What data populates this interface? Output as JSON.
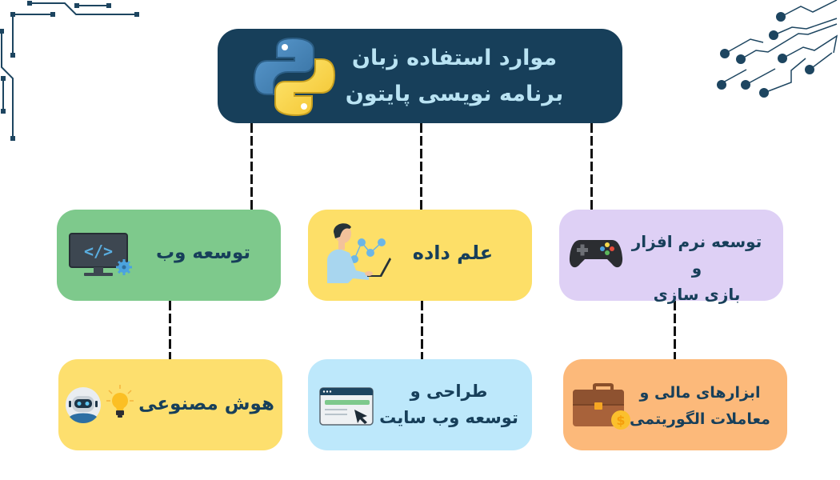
{
  "title": {
    "line1": "موارد استفاده زبان",
    "line2": "برنامه نویسی پایتون",
    "icon": "python-logo-icon",
    "background": "#173f5a",
    "text_color": "#b9e3f3"
  },
  "nodes": [
    {
      "id": "web-development",
      "lines": [
        "توسعه وب"
      ],
      "icon": "monitor-code-gear-icon",
      "color": "#7ec98c",
      "row": 1,
      "column": "left"
    },
    {
      "id": "data-science",
      "lines": [
        "علم داده"
      ],
      "icon": "person-laptop-chart-icon",
      "color": "#fddf68",
      "row": 1,
      "column": "middle"
    },
    {
      "id": "software-game-dev",
      "lines": [
        "توسعه نرم افزار و",
        "بازی سازی"
      ],
      "icon": "gamepad-icon",
      "color": "#ded0f5",
      "row": 1,
      "column": "right"
    },
    {
      "id": "artificial-intelligence",
      "lines": [
        "هوش مصنوعی"
      ],
      "icon": "robot-lightbulb-icon",
      "color": "#fddf6e",
      "row": 2,
      "column": "left"
    },
    {
      "id": "web-design",
      "lines": [
        "طراحی و",
        "توسعه وب سایت"
      ],
      "icon": "browser-cursor-icon",
      "color": "#bde8fb",
      "row": 2,
      "column": "middle"
    },
    {
      "id": "financial-tools",
      "lines": [
        "ابزارهای مالی و",
        "معاملات الگوریتمی"
      ],
      "icon": "briefcase-dollar-icon",
      "color": "#fcb97a",
      "row": 2,
      "column": "right"
    }
  ],
  "connectors": {
    "style": "dashed",
    "color": "#111111"
  }
}
